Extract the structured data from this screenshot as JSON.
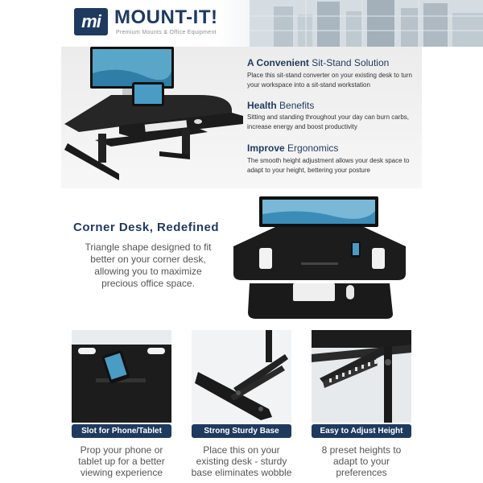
{
  "brand": {
    "logo_text": "mi",
    "name": "MOUNT-IT!",
    "tagline": "Premium Mounts & Office Equipment"
  },
  "features": [
    {
      "title_strong": "A Convenient",
      "title_rest": " Sit-Stand Solution",
      "body": "Place this sit-stand converter on your existing desk to turn your workspace into a sit-stand workstation"
    },
    {
      "title_strong": "Health",
      "title_rest": " Benefits",
      "body": "Sitting and standing throughout your day can burn carbs, increase energy and boost productivity"
    },
    {
      "title_strong": "Improve",
      "title_rest": " Ergonomics",
      "body": "The smooth height adjustment allows your desk space to adapt to your height, bettering your posture"
    }
  ],
  "corner": {
    "title": "Corner Desk, Redefined",
    "body": "Triangle shape designed to fit better on your corner desk, allowing you to maximize precious office space."
  },
  "cards": [
    {
      "label": "Slot for Phone/Tablet",
      "text": "Prop your phone or tablet up for a better viewing experience"
    },
    {
      "label": "Strong Sturdy Base",
      "text": "Place this on your existing desk - sturdy base eliminates wobble"
    },
    {
      "label": "Easy to Adjust Height",
      "text": "8 preset heights to adapt to your preferences"
    }
  ],
  "colors": {
    "brand_navy": "#1f3a5f",
    "desk_black": "#1c1c1c"
  }
}
